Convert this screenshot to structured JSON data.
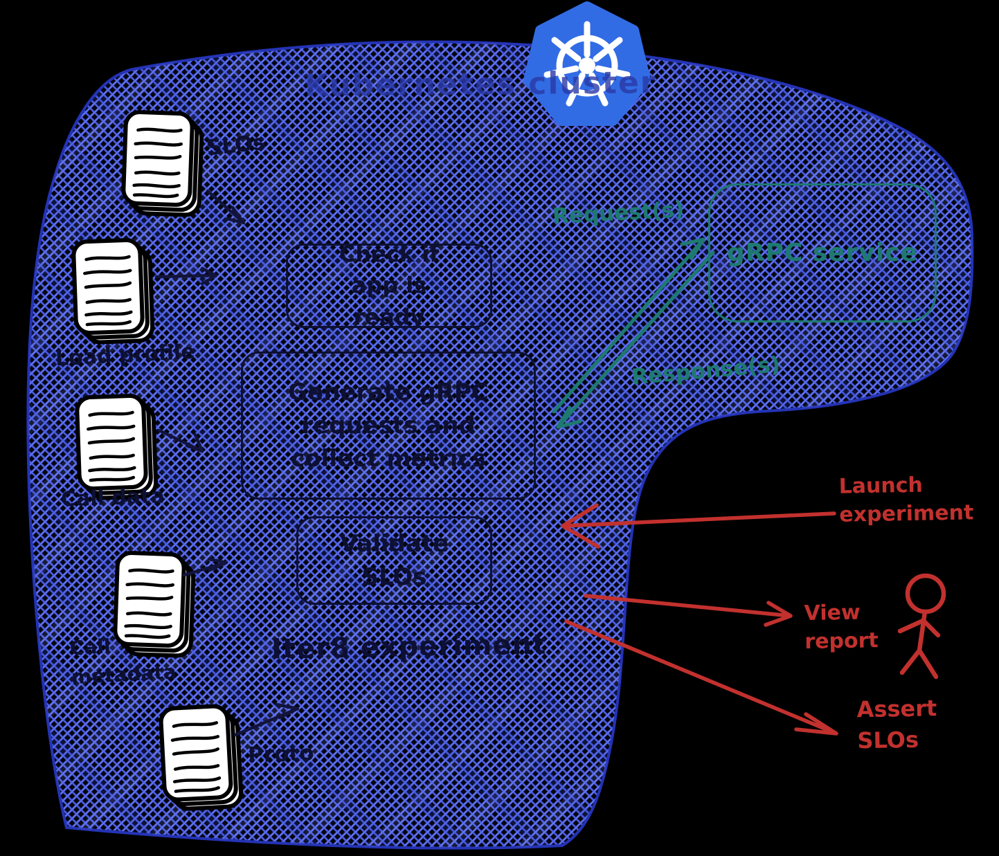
{
  "cluster": {
    "title": "Kubernetes cluster",
    "steps": [
      "Check if app is ready",
      "Generate gRPC requests and collect metrics",
      "Validate SLOs"
    ],
    "experiment_label": "Iter8 experiment"
  },
  "artifacts": [
    {
      "label": "SLOs"
    },
    {
      "label": "Load profile"
    },
    {
      "label": "Call data"
    },
    {
      "label": "Call metadata"
    },
    {
      "label": "Proto"
    }
  ],
  "service": {
    "label": "gRPC service",
    "request_label": "Request(s)",
    "response_label": "Response(s)"
  },
  "user_actions": [
    {
      "label": "Launch experiment"
    },
    {
      "label": "View report"
    },
    {
      "label": "Assert SLOs"
    }
  ],
  "icons": {
    "kubernetes": "kubernetes-helm-wheel",
    "artifact": "document-stack",
    "user": "stick-figure"
  },
  "colors": {
    "background": "#000000",
    "cluster_fill": "#4d5fe3",
    "cluster_outline": "#2433b4",
    "ink": "#0d1034",
    "title_ink": "#2a39a6",
    "service_accent": "#1e7a70",
    "user_accent": "#c2312e",
    "k8s_blue": "#326ce5",
    "doc_paper": "#ffffff",
    "doc_ink": "#000000"
  }
}
